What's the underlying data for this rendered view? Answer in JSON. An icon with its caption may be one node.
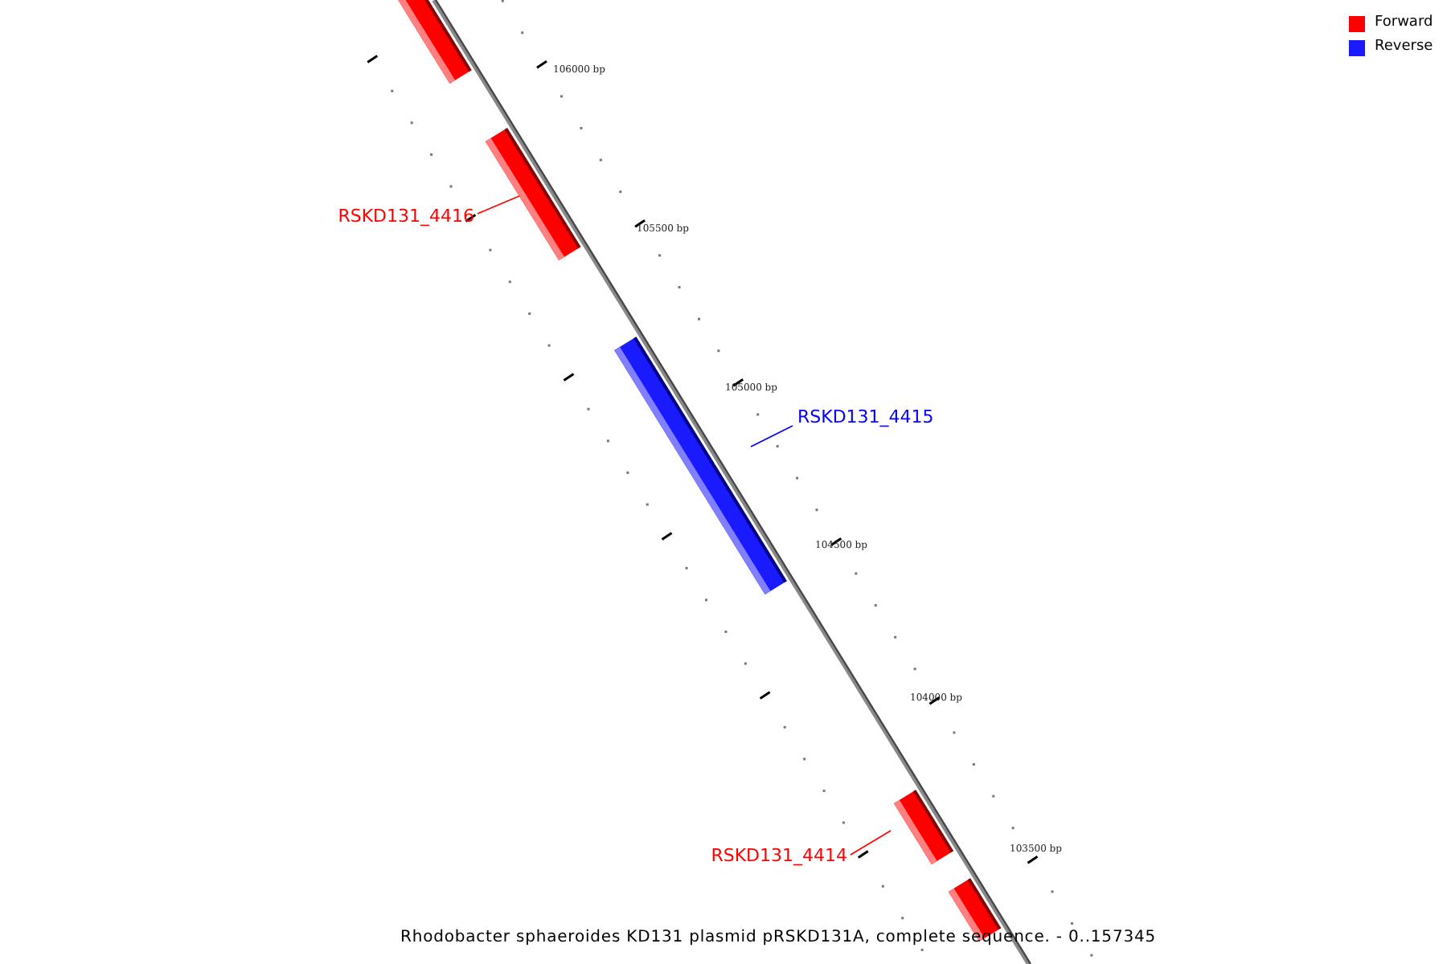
{
  "diagram": {
    "caption": "Rhodobacter sphaeroides KD131 plasmid pRSKD131A, complete sequence. - 0..157345",
    "nodes": [
      {
        "text": [],
        "shape": "bar"
      },
      {
        "text": [],
        "shape": "bar"
      },
      {
        "text": [
          "RSKD131_4416"
        ]
      },
      {
        "text": [],
        "shape": "bar"
      },
      {
        "text": [
          "RSKD131_4415"
        ]
      },
      {
        "text": [],
        "shape": "bar"
      },
      {
        "text": [
          "RSKD131_4414"
        ]
      },
      {
        "text": [],
        "shape": "bar"
      }
    ],
    "edges": [
      {
        "from": 2,
        "to": 1,
        "arrow": "none",
        "color": "#ff0000"
      },
      {
        "from": 4,
        "to": 3,
        "arrow": "none",
        "color": "#0000ff"
      },
      {
        "from": 6,
        "to": 5,
        "arrow": "none",
        "color": "#ff0000"
      }
    ],
    "labels": [
      "106000 bp",
      "105500 bp",
      "105000 bp",
      "104500 bp",
      "104000 bp",
      "103500 bp"
    ],
    "legend": [
      {
        "text": "Forward",
        "color": "#ff0000"
      },
      {
        "text": "Reverse",
        "color": "#1a1aff"
      }
    ]
  }
}
